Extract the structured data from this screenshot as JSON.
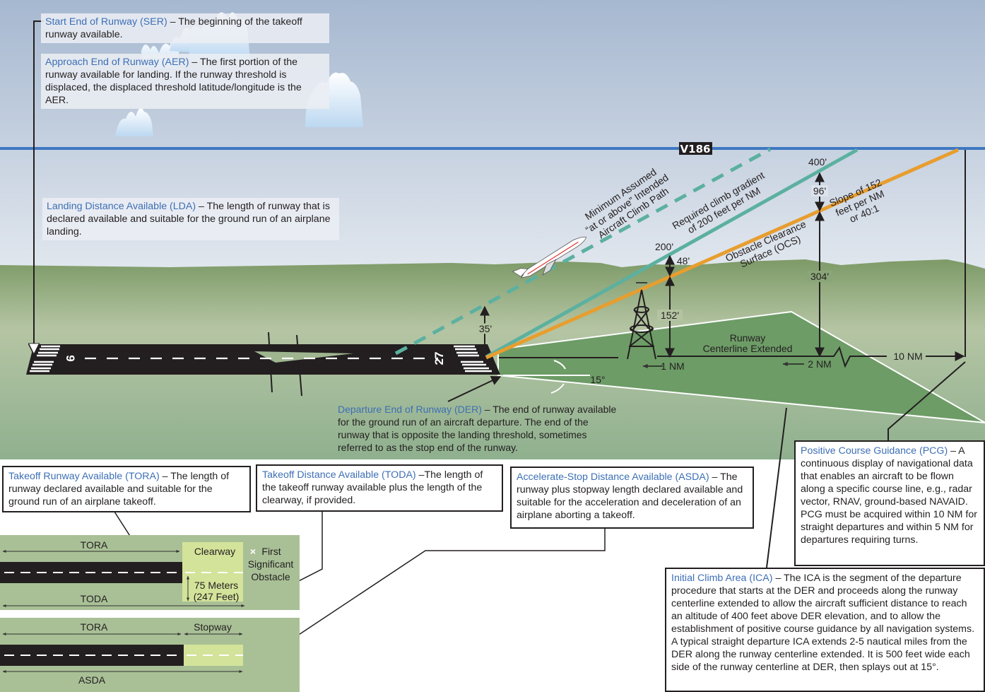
{
  "colors": {
    "sky_top": "#a9bbd3",
    "sky_bottom": "#dde4ec",
    "airway": "#3f78c2",
    "required_climb": "#5bb0a0",
    "ocs": "#e89e2e",
    "ground": "#7d9c6a",
    "ica_area": "#6e9c67",
    "term_blue": "#3d6fb5",
    "runway": "#231f20",
    "clearway": "#d3e39a",
    "lower_panel": "#a9bf96"
  },
  "definitions": {
    "ser": {
      "term": "Start End of Runway (SER)",
      "text": " – The beginning of the takeoff runway available."
    },
    "aer": {
      "term": "Approach End of Runway (AER)",
      "text": " – The first portion of the runway available for landing. If the runway threshold is displaced, the displaced threshold latitude/longitude is the AER."
    },
    "lda": {
      "term": "Landing Distance Available (LDA)",
      "text": " – The length of runway that is declared available and suitable for the ground run of an airplane landing."
    },
    "der": {
      "term": "Departure End of Runway (DER)",
      "text": " – The end of runway available for the ground run of an aircraft departure. The end of the runway that is opposite the landing threshold, sometimes referred to as the stop end of the runway."
    },
    "tora": {
      "term": "Takeoff Runway Available (TORA)",
      "text": " – The length of runway declared available and suitable for the ground run of an airplane takeoff."
    },
    "toda": {
      "term": "Takeoff Distance Available (TODA)",
      "text": " –The length of the takeoff runway available plus the length of the clearway, if provided."
    },
    "asda": {
      "term": "Accelerate-Stop Distance Available (ASDA)",
      "text": " – The runway plus stopway length declared available and suitable for the acceleration and deceleration of an airplane aborting a takeoff."
    },
    "pcg": {
      "term": "Positive Course Guidance (PCG)",
      "text": " – A continuous display of navigational data that enables an aircraft to be flown along a specific course line, e.g., radar vector, RNAV, ground-based NAVAID. PCG must be acquired within 10 NM for straight departures and within 5 NM for departures requiring turns."
    },
    "ica": {
      "term": "Initial Climb Area (ICA)",
      "text": " – The ICA is the segment of the departure procedure that starts at the DER and proceeds along the runway centerline extended to allow the aircraft sufficient distance to reach an altitude of 400 feet above DER elevation, and to allow the establishment of positive course guidance by all navigation systems. A typical straight departure ICA extends 2-5 nautical miles from the DER along the runway centerline extended. It is 500 feet wide each side of the runway centerline at DER, then splays out at 15°."
    }
  },
  "diagram": {
    "airway_label": "V186",
    "runway_numbers": {
      "approach": "9",
      "departure": "27"
    },
    "path_labels": {
      "intended_line1": "Minimum Assumed",
      "intended_line2": "“at or above” Intended",
      "intended_line3": "Aircraft Climb Path",
      "required_line1": "Required climb gradient",
      "required_line2": "of 200 feet per NM",
      "ocs_line1": "Obstacle Clearance",
      "ocs_line2": "Surface (OCS)",
      "slope_line1": "Slope of 152",
      "slope_line2": "feet per NM",
      "slope_line3": "or 40:1"
    },
    "heights": {
      "screen_height": "35'",
      "alt_1nm": "200'",
      "margin_1nm": "48'",
      "ocs_1nm": "152'",
      "alt_2nm": "400'",
      "margin_2nm": "96'",
      "ocs_2nm": "304'"
    },
    "distances": {
      "one": "1 NM",
      "two": "2 NM",
      "ten": "10 NM"
    },
    "centerline_line1": "Runway",
    "centerline_line2": "Centerline Extended",
    "splay_angle": "15°"
  },
  "lower_panels": {
    "toda_panel": {
      "tora": "TORA",
      "toda": "TODA",
      "clearway": "Clearway",
      "obstacle_line1": "First",
      "obstacle_line2": "Significant",
      "obstacle_line3": "Obstacle",
      "width_line1": "75 Meters",
      "width_line2": "(247 Feet)"
    },
    "asda_panel": {
      "tora": "TORA",
      "stopway": "Stopway",
      "asda": "ASDA"
    }
  }
}
